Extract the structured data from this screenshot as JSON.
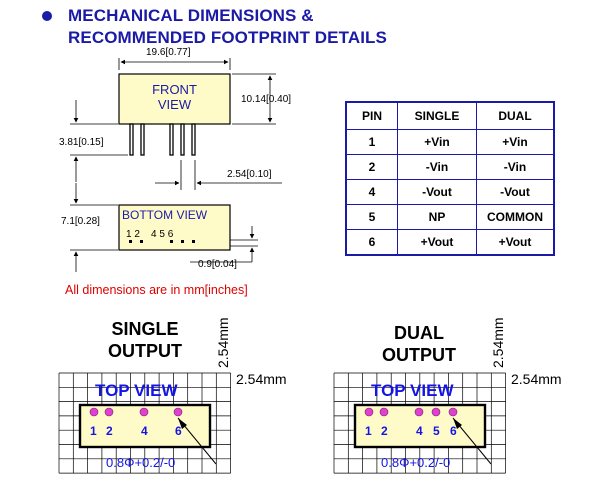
{
  "header": {
    "line1": "MECHANICAL DIMENSIONS &",
    "line2": "RECOMMENDED FOOTPRINT DETAILS"
  },
  "front_view": {
    "label_line1": "FRONT",
    "label_line2": "VIEW",
    "width_dim": "19.6[0.77]",
    "height_dim": "10.14[0.40]",
    "pin_length_dim": "3.81[0.15]",
    "pitch_dim": "2.54[0.10]"
  },
  "bottom_view": {
    "label": "BOTTOM VIEW",
    "pins": "1 2    4 5 6",
    "depth_dim": "7.1[0.28]",
    "pin_dim": "0.9[0.04]"
  },
  "note": "All dimensions are in mm[inches]",
  "pin_table": {
    "headers": [
      "PIN",
      "SINGLE",
      "DUAL"
    ],
    "rows": [
      [
        "1",
        "+Vin",
        "+Vin"
      ],
      [
        "2",
        "-Vin",
        "-Vin"
      ],
      [
        "4",
        "-Vout",
        "-Vout"
      ],
      [
        "5",
        "NP",
        "COMMON"
      ],
      [
        "6",
        "+Vout",
        "+Vout"
      ]
    ]
  },
  "footprints": {
    "single": {
      "title_line1": "SINGLE",
      "title_line2": "OUTPUT",
      "grid_vertical": "2.54mm",
      "grid_horizontal": "2.54mm",
      "top_view": "TOP VIEW",
      "pin_labels": [
        "1",
        "2",
        "4",
        "6"
      ],
      "hole_spec": "0.8Φ+0.2/-0"
    },
    "dual": {
      "title_line1": "DUAL",
      "title_line2": "OUTPUT",
      "grid_vertical": "2.54mm",
      "grid_horizontal": "2.54mm",
      "top_view": "TOP VIEW",
      "pin_labels": [
        "1",
        "2",
        "4",
        "5",
        "6"
      ],
      "hole_spec": "0.8Φ+0.2/-0"
    }
  },
  "colors": {
    "heading": "#1a1aa6",
    "module_fill": "#fffbc8",
    "pad": "#e040d0",
    "note": "#e00000",
    "top_view_text": "#1414e6"
  }
}
